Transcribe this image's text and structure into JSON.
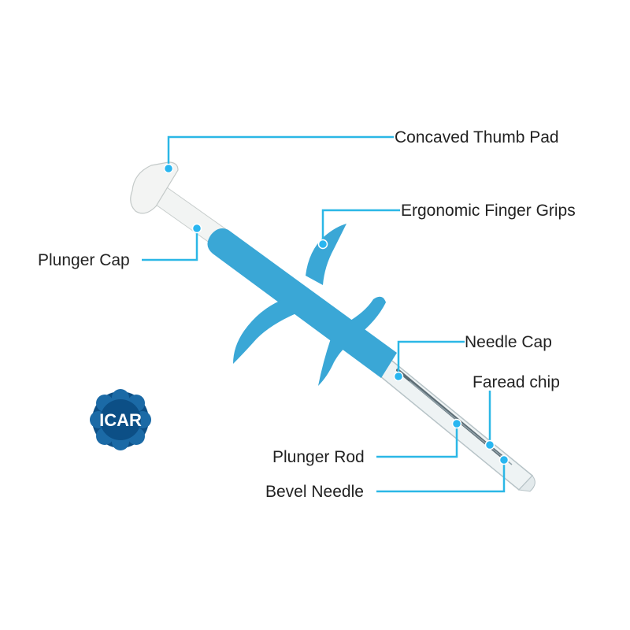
{
  "labels": {
    "thumb_pad": "Concaved Thumb Pad",
    "finger_grips": "Ergonomic Finger Grips",
    "plunger_cap": "Plunger Cap",
    "needle_cap": "Needle Cap",
    "chip": "Faread chip",
    "plunger_rod": "Plunger Rod",
    "bevel_needle": "Bevel Needle"
  },
  "badge": {
    "text": "ICAR"
  },
  "icons": [
    "icar-logo-icon",
    "syringe-illustration"
  ],
  "colors": {
    "leader": "#2bb7e6",
    "dot": "#29b6f0",
    "syringe_body": "#3aa7d6",
    "badge": "#0c4f86",
    "plunger": "#f1f3f2",
    "text": "#222222"
  }
}
